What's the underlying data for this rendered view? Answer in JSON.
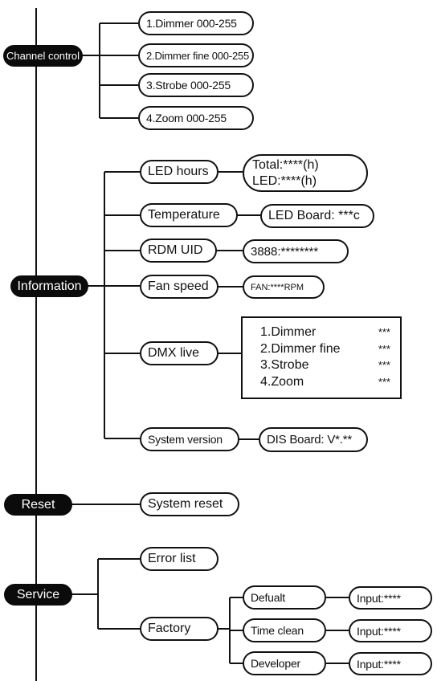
{
  "roots": {
    "channel_control": "Channel control",
    "information": "Information",
    "reset": "Reset",
    "service": "Service"
  },
  "channel_control": {
    "items": [
      "1.Dimmer 000-255",
      "2.Dimmer fine 000-255",
      "3.Strobe  000-255",
      "4.Zoom  000-255"
    ]
  },
  "information": {
    "led_hours": {
      "label": "LED hours",
      "total": "Total:****(h)",
      "led": "LED:****(h)"
    },
    "temperature": {
      "label": "Temperature",
      "value": "LED Board: ***c"
    },
    "rdm_uid": {
      "label": "RDM UID",
      "value": "3888:********"
    },
    "fan_speed": {
      "label": "Fan speed",
      "value": "FAN:****RPM"
    },
    "dmx_live": {
      "label": "DMX live",
      "rows": [
        {
          "name": "1.Dimmer",
          "value": "***"
        },
        {
          "name": "2.Dimmer fine",
          "value": "***"
        },
        {
          "name": "3.Strobe",
          "value": "***"
        },
        {
          "name": "4.Zoom",
          "value": "***"
        }
      ]
    },
    "system_version": {
      "label": "System version",
      "value": "DIS Board: V*.**"
    }
  },
  "reset": {
    "system_reset": "System reset"
  },
  "service": {
    "error_list": "Error list",
    "factory": {
      "label": "Factory",
      "items": [
        {
          "label": "Defualt",
          "input": "Input:****"
        },
        {
          "label": "Time clean",
          "input": "Input:****"
        },
        {
          "label": "Developer",
          "input": "Input:****"
        }
      ]
    }
  }
}
